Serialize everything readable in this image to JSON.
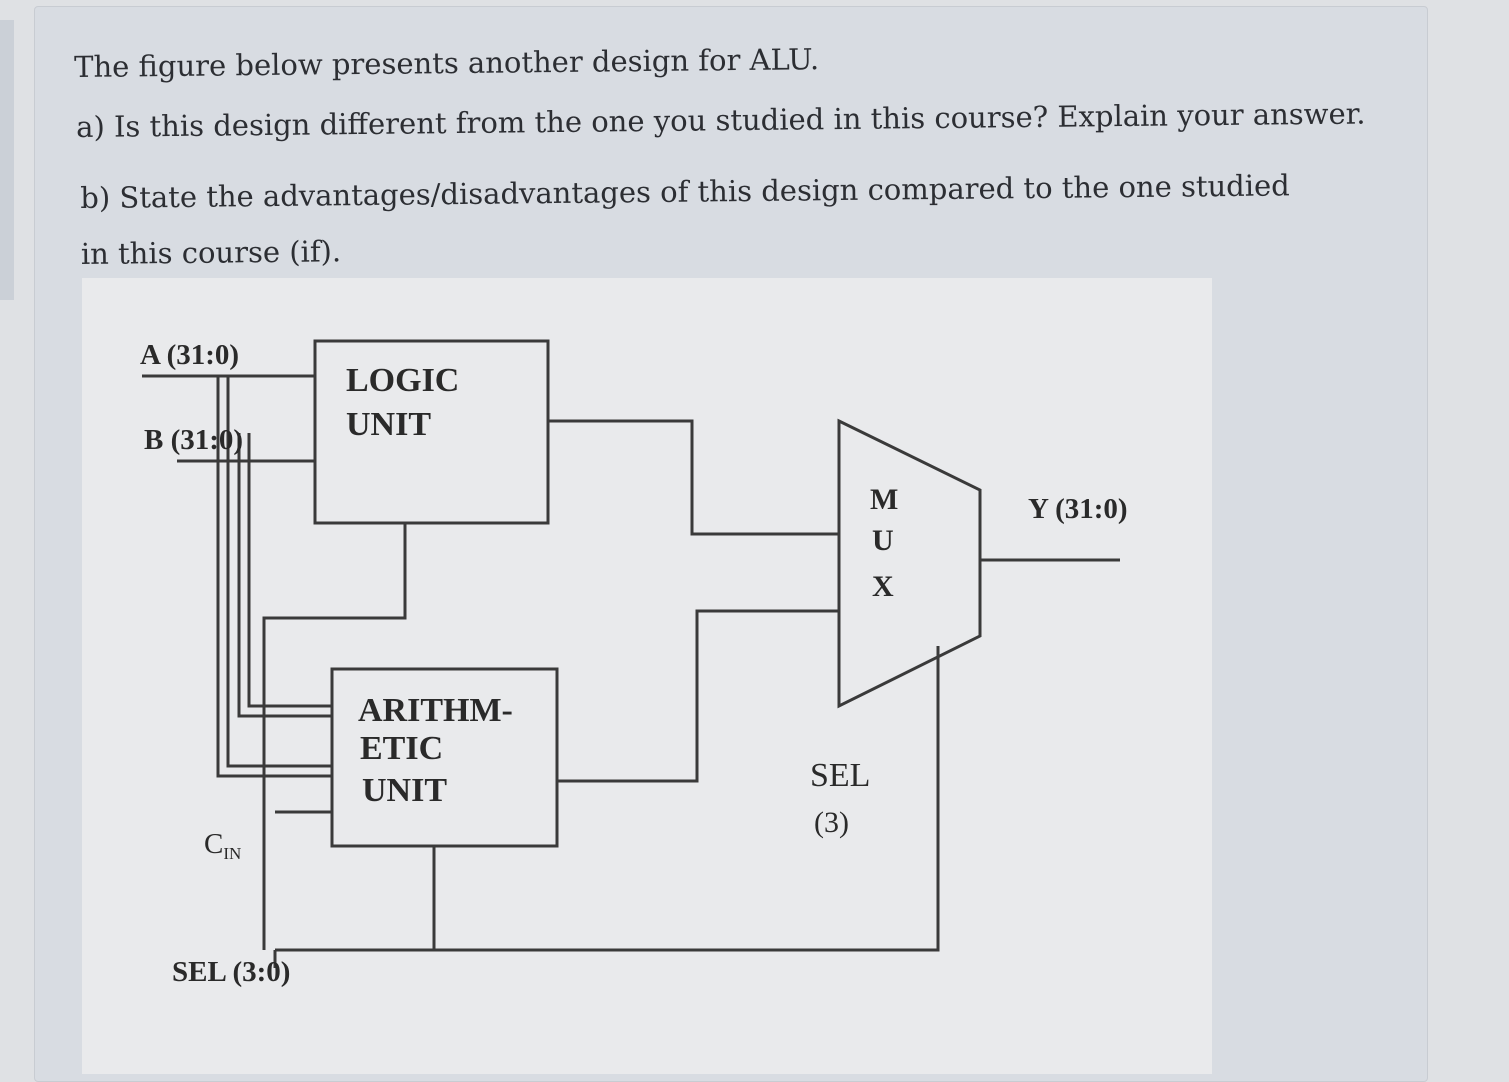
{
  "question": {
    "intro": "The figure below presents another design for ALU.",
    "part_a": "a) Is this design different from the one you studied in this course? Explain your answer.",
    "part_b": "b) State the advantages/disadvantages of this design compared to the one studied in this course (if)."
  },
  "diagram": {
    "input_a": "A (31:0)",
    "input_b": "B (31:0)",
    "logic_unit": [
      "LOGIC",
      "UNIT"
    ],
    "arithmetic_unit": [
      "ARITHM-",
      "ETIC",
      "UNIT"
    ],
    "mux": [
      "M",
      "U",
      "X"
    ],
    "output_y": "Y (31:0)",
    "carry_in": "C",
    "carry_in_sub": "IN",
    "mux_select": [
      "SEL",
      "(3)"
    ],
    "select_bus": "SEL (3:0)"
  },
  "colors": {
    "page_background": "#dfe1e4",
    "card_background": "#d8dce2",
    "figure_background": "#e9eaec",
    "wire": "#3a3a3a"
  }
}
